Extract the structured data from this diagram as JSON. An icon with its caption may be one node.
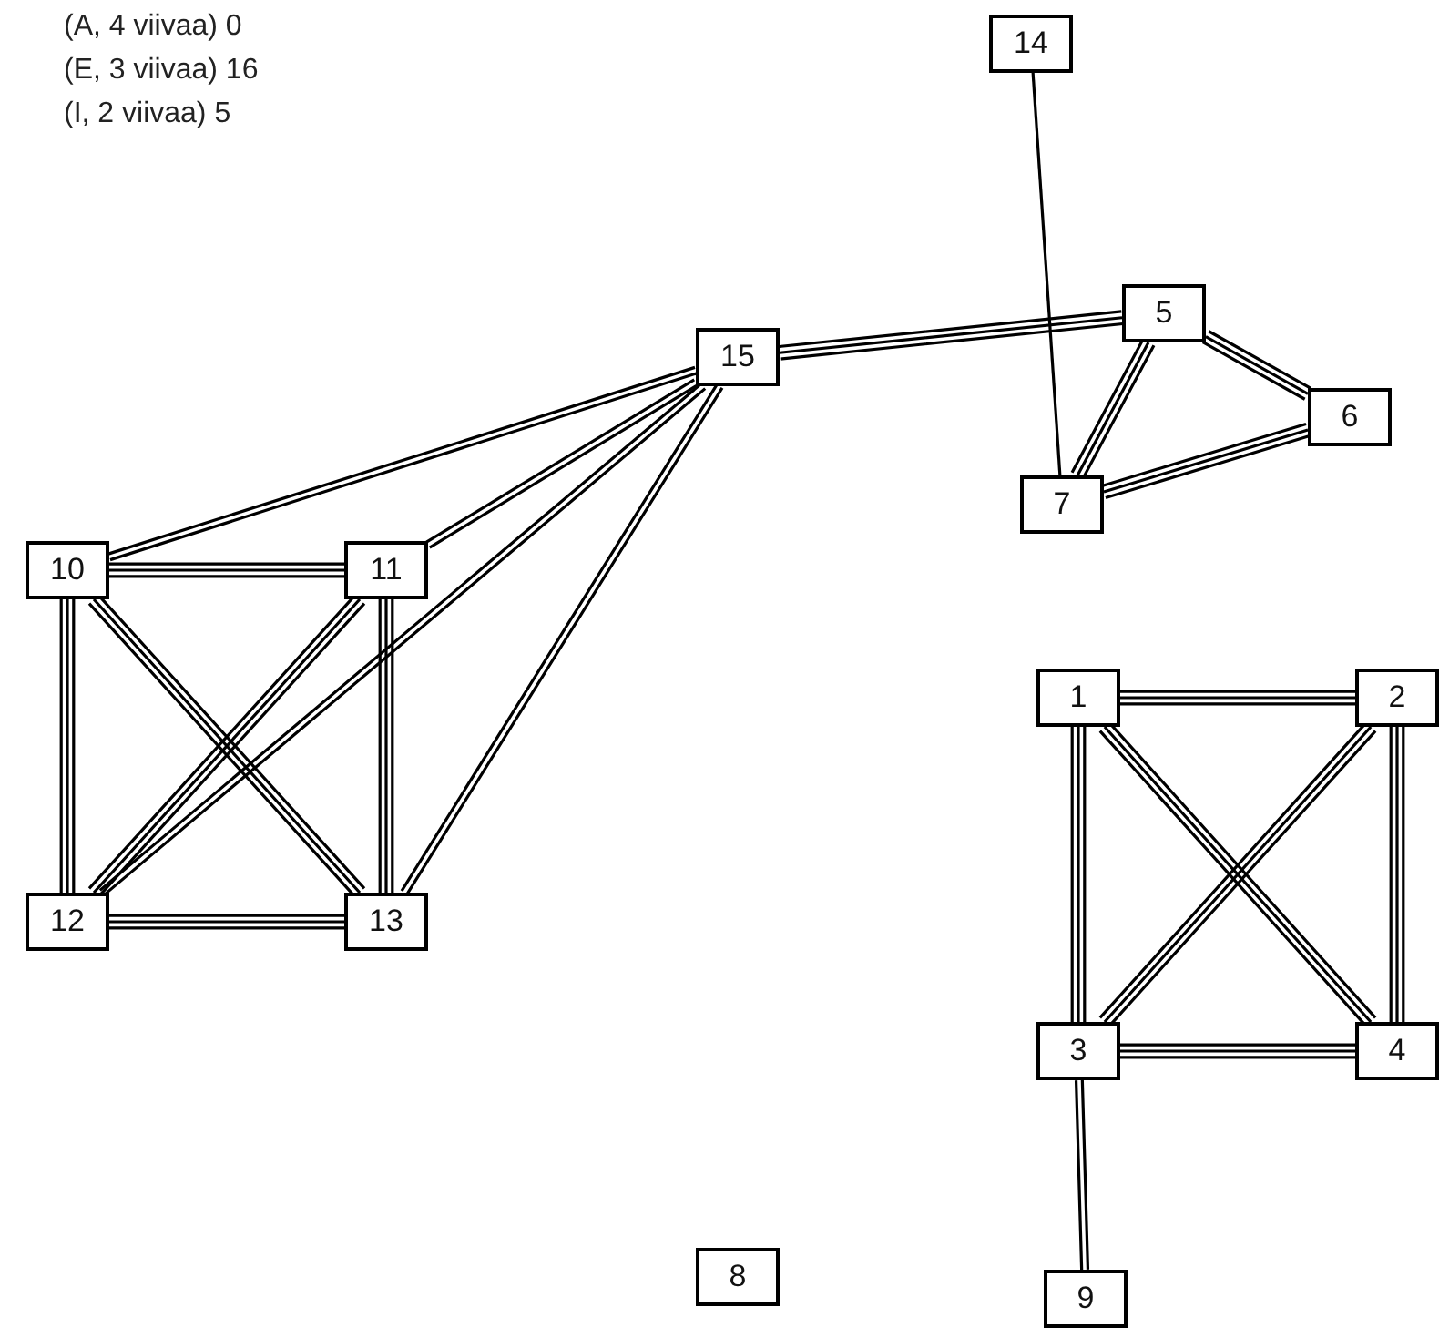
{
  "diagram": {
    "nodes": [
      {
        "text": [
          "1"
        ]
      },
      {
        "text": [
          "2"
        ]
      },
      {
        "text": [
          "3"
        ]
      },
      {
        "text": [
          "4"
        ]
      },
      {
        "text": [
          "5"
        ]
      },
      {
        "text": [
          "6"
        ]
      },
      {
        "text": [
          "7"
        ]
      },
      {
        "text": [
          "8"
        ]
      },
      {
        "text": [
          "9"
        ]
      },
      {
        "text": [
          "10"
        ]
      },
      {
        "text": [
          "11"
        ]
      },
      {
        "text": [
          "12"
        ]
      },
      {
        "text": [
          "13"
        ]
      },
      {
        "text": [
          "14"
        ]
      },
      {
        "text": [
          "15"
        ]
      }
    ],
    "edges": [
      {
        "from": 9,
        "to": 10,
        "arrow": "none"
      },
      {
        "from": 9,
        "to": 11,
        "arrow": "none"
      },
      {
        "from": 10,
        "to": 12,
        "arrow": "none"
      },
      {
        "from": 11,
        "to": 12,
        "arrow": "none"
      },
      {
        "from": 9,
        "to": 12,
        "arrow": "none"
      },
      {
        "from": 10,
        "to": 11,
        "arrow": "none"
      },
      {
        "from": 0,
        "to": 1,
        "arrow": "none"
      },
      {
        "from": 0,
        "to": 2,
        "arrow": "none"
      },
      {
        "from": 1,
        "to": 3,
        "arrow": "none"
      },
      {
        "from": 2,
        "to": 3,
        "arrow": "none"
      },
      {
        "from": 0,
        "to": 3,
        "arrow": "none"
      },
      {
        "from": 1,
        "to": 2,
        "arrow": "none"
      },
      {
        "from": 4,
        "to": 5,
        "arrow": "none"
      },
      {
        "from": 4,
        "to": 6,
        "arrow": "none"
      },
      {
        "from": 5,
        "to": 6,
        "arrow": "none"
      },
      {
        "from": 14,
        "to": 4,
        "arrow": "none"
      },
      {
        "from": 14,
        "to": 9,
        "arrow": "none"
      },
      {
        "from": 14,
        "to": 10,
        "arrow": "none"
      },
      {
        "from": 14,
        "to": 11,
        "arrow": "none"
      },
      {
        "from": 14,
        "to": 12,
        "arrow": "none"
      },
      {
        "from": 2,
        "to": 8,
        "arrow": "none"
      },
      {
        "from": 13,
        "to": 6,
        "arrow": "none"
      }
    ],
    "labels": [
      "(A, 4 viivaa) 0",
      "(E, 3 viivaa) 16",
      "(I, 2 viivaa) 5"
    ]
  }
}
